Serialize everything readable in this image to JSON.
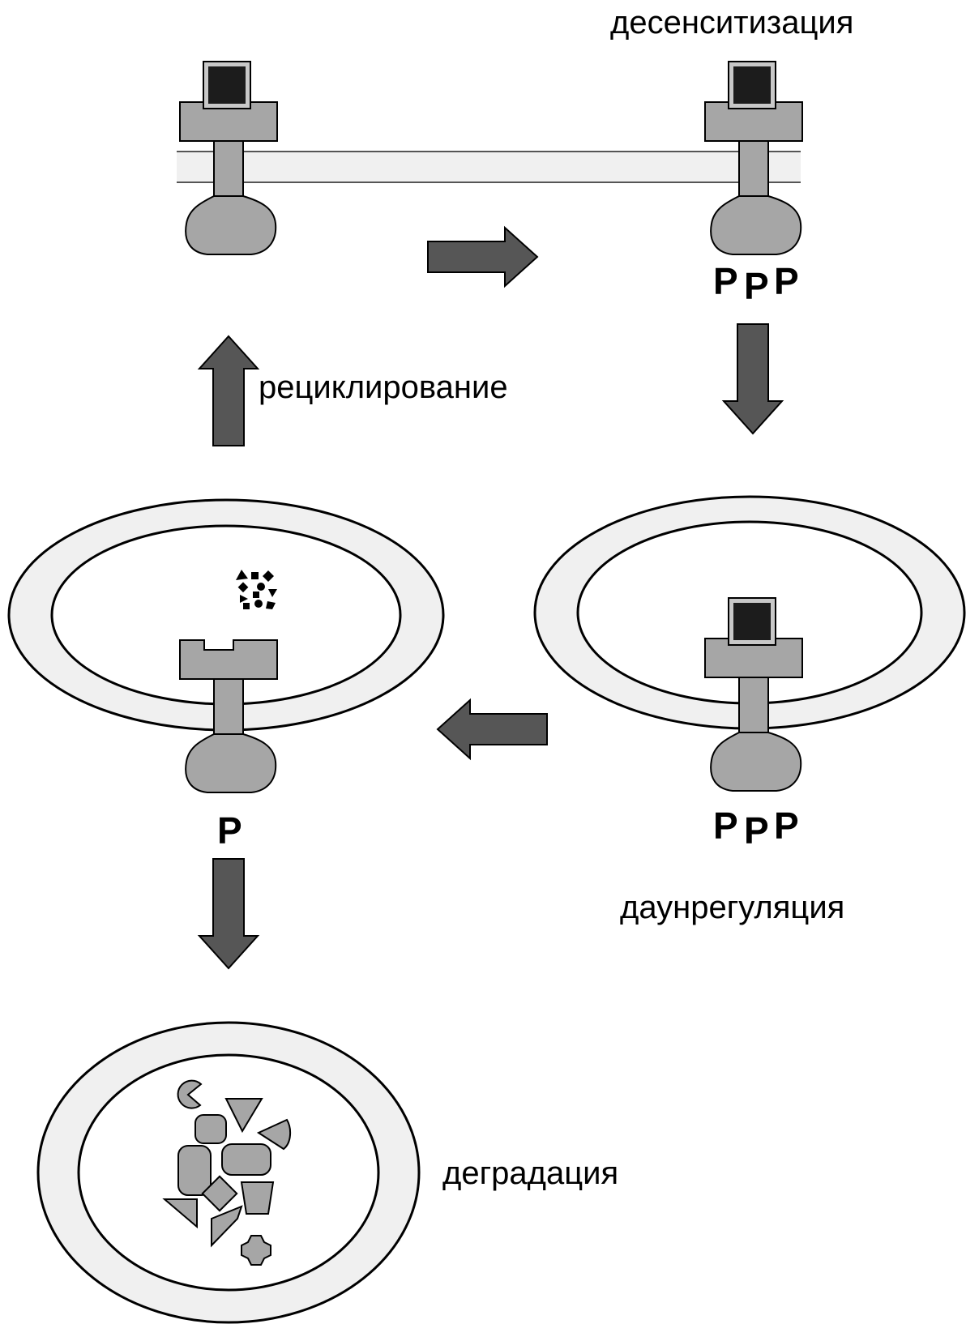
{
  "labels": {
    "desensitization": "десенситизация",
    "recycling": "рециклирование",
    "downregulation": "даунрегуляция",
    "degradation": "деградация"
  },
  "phospho": {
    "top_right": [
      "P",
      "P",
      "P"
    ],
    "mid_right": [
      "P",
      "P",
      "P"
    ],
    "mid_left": "P"
  },
  "colors": {
    "receptor": "#a6a6a6",
    "ligand": "#1c1c1c",
    "arrow": "#565656",
    "membrane": "#f0f0f0",
    "outline": "#000000"
  }
}
